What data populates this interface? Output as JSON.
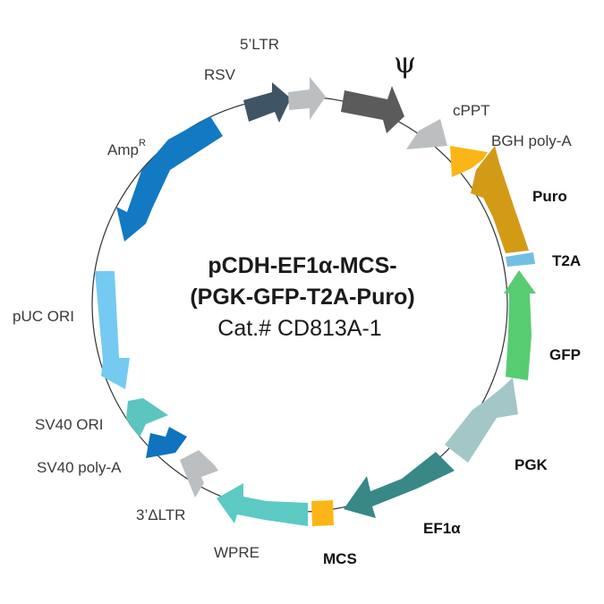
{
  "plasmid": {
    "name_line1": "pCDH-EF1α-MCS-",
    "name_line2": "(PGK-GFP-T2A-Puro)",
    "catalog": "Cat.# CD813A-1"
  },
  "features": {
    "rsv": {
      "label": "RSV",
      "color": "#3f5566"
    },
    "ltr5": {
      "label": "5’LTR",
      "color": "#bcbfc2"
    },
    "psi": {
      "label": "ψ",
      "color": "#5b5b5b"
    },
    "cppt": {
      "label": "cPPT",
      "color": "#bcbfc2"
    },
    "bgh": {
      "label": "BGH poly-A",
      "color": "#fbb516"
    },
    "puro": {
      "label": "Puro",
      "color": "#d39a16"
    },
    "t2a": {
      "label": "T2A",
      "color": "#72bfe3"
    },
    "gfp": {
      "label": "GFP",
      "color": "#58cc71"
    },
    "pgk": {
      "label": "PGK",
      "color": "#a2c7c6"
    },
    "ef1a": {
      "label": "EF1α",
      "color": "#388888"
    },
    "mcs": {
      "label": "MCS",
      "color": "#fbb516"
    },
    "wpre": {
      "label": "WPRE",
      "color": "#5ccac3"
    },
    "ltr3": {
      "label": "3’ΔLTR",
      "color": "#bcbfc2"
    },
    "sv40pa": {
      "label": "SV40 poly-A",
      "color": "#0f74bd"
    },
    "sv40ori": {
      "label": "SV40 ORI",
      "color": "#5cc5c0"
    },
    "puc": {
      "label": "pUC ORI",
      "color": "#75caf2"
    },
    "amp": {
      "label": "Amp",
      "label_sup": "R",
      "color": "#1279c3"
    }
  }
}
